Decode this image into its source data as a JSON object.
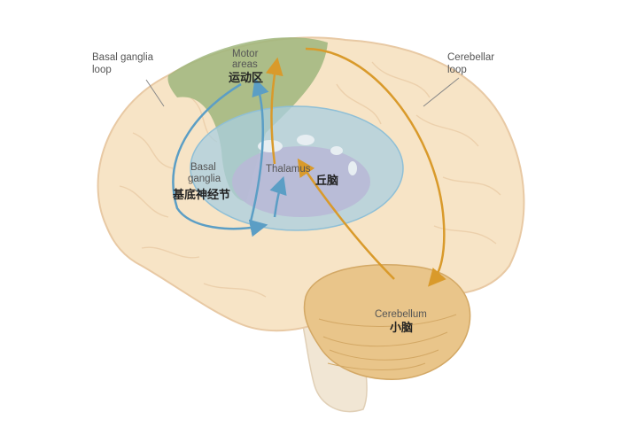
{
  "labels": {
    "basal_ganglia_loop": [
      "Basal ganglia",
      "loop"
    ],
    "cerebellar_loop": [
      "Cerebellar",
      "loop"
    ],
    "motor_areas": [
      "Motor",
      "areas"
    ],
    "motor_areas_cn": "运动区",
    "basal_ganglia": [
      "Basal",
      "ganglia"
    ],
    "basal_ganglia_cn": "基底神经节",
    "thalamus": "Thalamus",
    "thalamus_cn": "丘脑",
    "cerebellum": "Cerebellum",
    "cerebellum_cn": "小脑"
  },
  "colors": {
    "brain": "#f7e4c6",
    "brain_outline": "#e8c9a4",
    "motor_areas": "#9fb67c",
    "thalamus_ring": "#a9cfe0",
    "thalamus_core": "#b8b9d6",
    "cerebellum": "#e9c58a",
    "brainstem": "#f1e6d4",
    "basal_ganglia_arrow": "#5b9ec5",
    "cerebellar_arrow": "#d99a2b"
  }
}
